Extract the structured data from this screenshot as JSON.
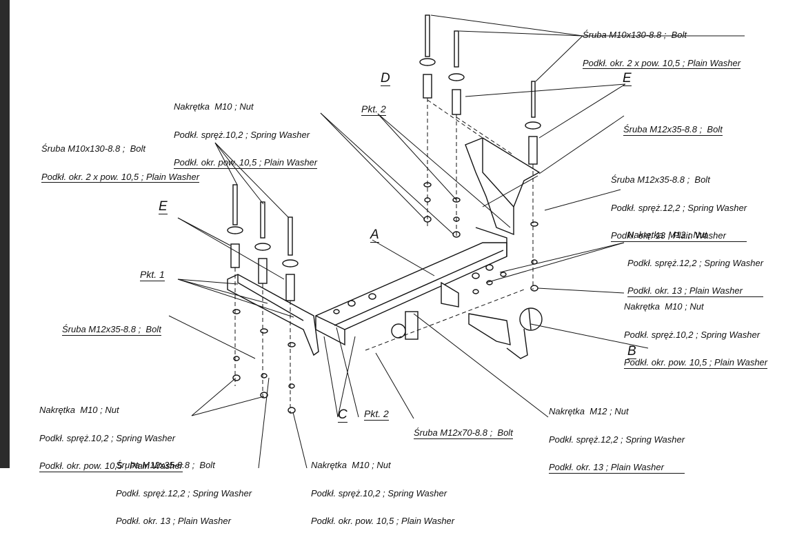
{
  "labels": {
    "top_right_bolt": [
      "Śruba M10x130-8.8 ;  Bolt",
      "Podkł. okr. 2 x pow. 10,5 ; Plain Washer"
    ],
    "top_mid_nut": [
      "Nakrętka  M10 ; Nut",
      "Podkł. spręż.10,2 ; Spring Washer",
      "Podkł. okr. pow. 10,5 ; Plain Washer"
    ],
    "left_bolt": [
      "Śruba M10x130-8.8 ;  Bolt",
      "Podkł. okr. 2 x pow. 10,5 ; Plain Washer"
    ],
    "right_bolt_small": [
      "Śruba M12x35-8.8 ;  Bolt"
    ],
    "right_bolt_washers": [
      "Śruba M12x35-8.8 ;  Bolt",
      "Podkł. spręż.12,2 ; Spring Washer",
      "Podkł. okr. 13 ; Plain Washer"
    ],
    "right_nut_m12": [
      "Nakrętka  M12 ; Nut",
      "Podkł. spręż.12,2 ; Spring Washer",
      "Podkł. okr. 13 ; Plain Washer"
    ],
    "right_nut_m10": [
      "Nakrętka  M10 ; Nut",
      "Podkł. spręż.10,2 ; Spring Washer",
      "Podkł. okr. pow. 10,5 ; Plain Washer"
    ],
    "left_bolt_m12": [
      "Śruba M12x35-8.8 ;  Bolt"
    ],
    "bottom_left_nut": [
      "Nakrętka  M10 ; Nut",
      "Podkł. spręż.10,2 ; Spring Washer",
      "Podkł. okr. pow. 10,5 ; Plain Washer"
    ],
    "bottom_bolt_m12": [
      "Śruba M12x35-8.8 ;  Bolt",
      "Podkł. spręż.12,2 ; Spring Washer",
      "Podkł. okr. 13 ; Plain Washer"
    ],
    "bottom_nut_m10": [
      "Nakrętka  M10 ; Nut",
      "Podkł. spręż.10,2 ; Spring Washer",
      "Podkł. okr. pow. 10,5 ; Plain Washer"
    ],
    "center_bolt_m12x70": [
      "Śruba M12x70-8.8 ;  Bolt"
    ],
    "center_nut_m12": [
      "Nakrętka  M12 ; Nut",
      "Podkł. spręż.12,2 ; Spring Washer",
      "Podkł. okr. 13 ; Plain Washer"
    ]
  },
  "callouts": {
    "pkt1": "Pkt. 1",
    "pkt2_top": "Pkt. 2",
    "pkt2_bottom": "Pkt. 2",
    "A": "A",
    "B": "B",
    "C": "C",
    "D": "D",
    "E_left": "E",
    "E_right": "E"
  }
}
